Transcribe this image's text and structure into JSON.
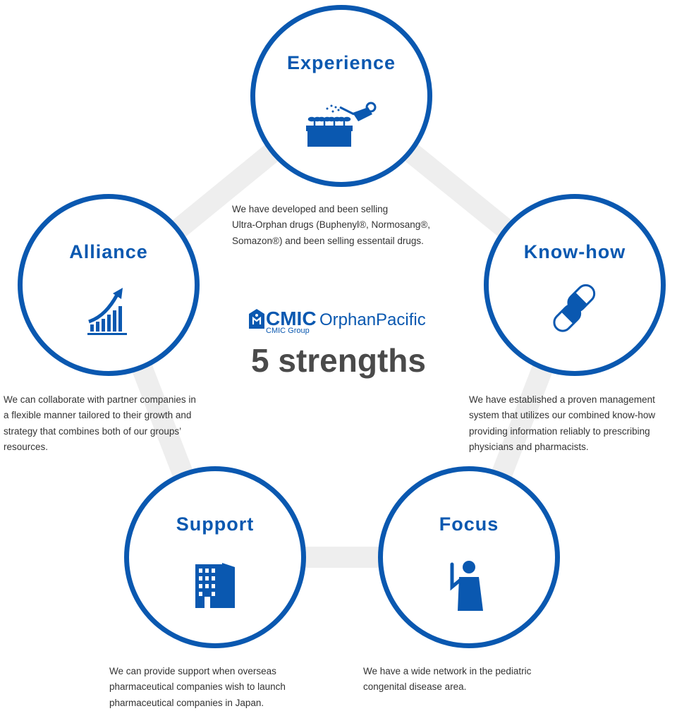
{
  "brand": {
    "cmic": "CMIC",
    "group": "CMIC Group",
    "name": "OrphanPacific"
  },
  "title": "5 strengths",
  "strengths": [
    {
      "id": "experience",
      "title": "Experience",
      "icon": "watering-can-icon",
      "lines": [
        "We have developed and been selling",
        "Ultra-Orphan drugs (Buphenyl®, Normosang®,",
        "Somazon®) and been selling essentail drugs."
      ]
    },
    {
      "id": "know-how",
      "title": "Know-how",
      "icon": "capsules-icon",
      "lines": [
        "We have established a proven management",
        "system that utilizes our combined know-how",
        "providing information reliably to prescribing",
        "physicians and pharmacists."
      ]
    },
    {
      "id": "focus",
      "title": "Focus",
      "icon": "person-pointing-icon",
      "lines": [
        "We have a wide network in the pediatric",
        "congenital disease area."
      ]
    },
    {
      "id": "support",
      "title": "Support",
      "icon": "building-icon",
      "lines": [
        "We can provide support when overseas",
        "pharmaceutical companies wish to launch",
        "pharmaceutical companies in Japan."
      ]
    },
    {
      "id": "alliance",
      "title": "Alliance",
      "icon": "growth-chart-icon",
      "lines": [
        "We can collaborate with partner companies in",
        "a flexible manner tailored to their growth and",
        "strategy that combines both of our groups’",
        "resources."
      ]
    }
  ],
  "colors": {
    "accent": "#0a58b0",
    "ring": "#eeeeee",
    "text": "#333333",
    "title": "#4a4a4a"
  }
}
